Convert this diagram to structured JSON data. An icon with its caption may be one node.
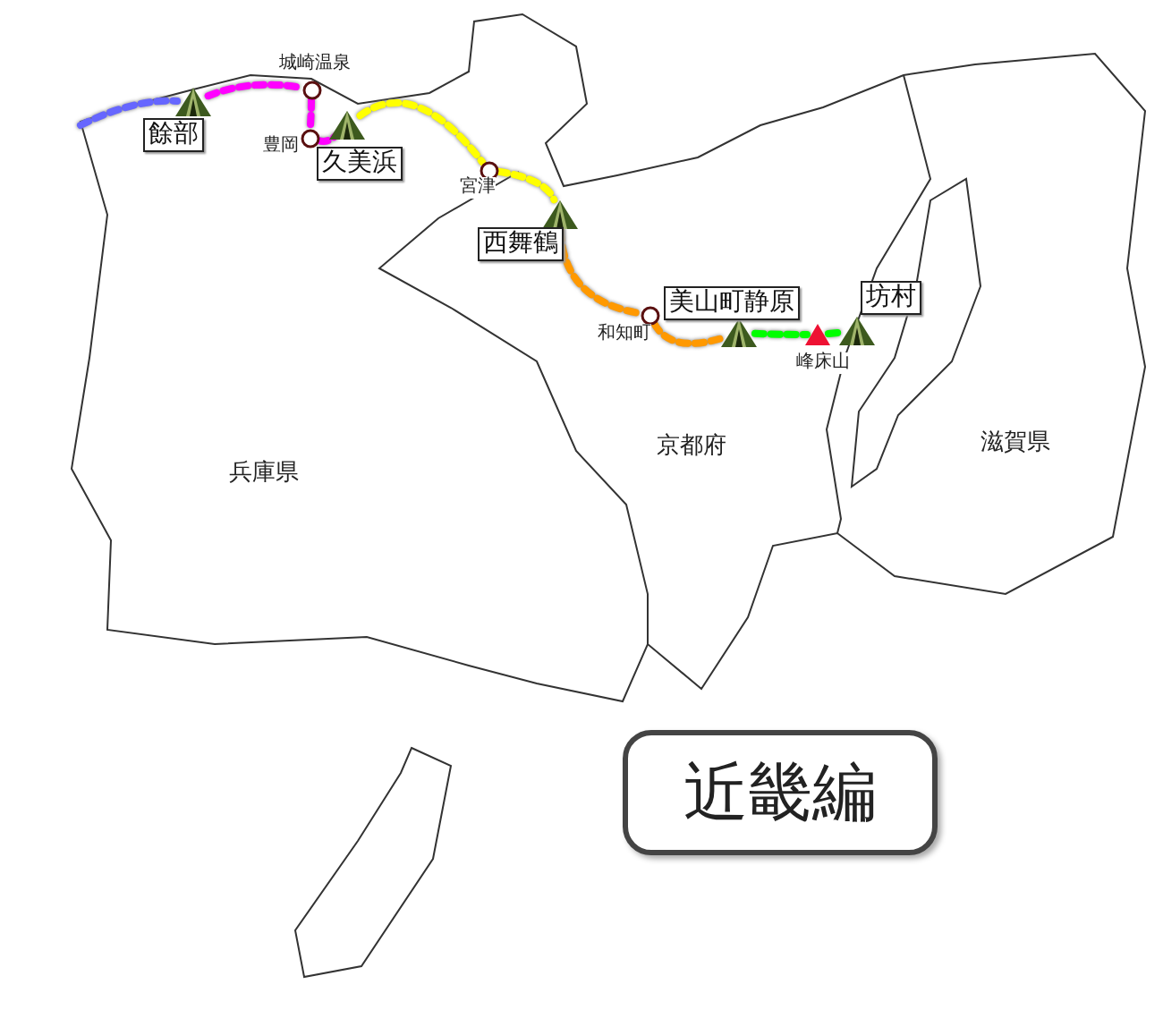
{
  "diagram": {
    "title": "近畿編",
    "nodes": [
      {
        "text": [],
        "shape": "picture",
        "beside": [
          "餘部"
        ]
      },
      {
        "text": [],
        "shape": "circle",
        "beside": [
          "城崎温泉"
        ]
      },
      {
        "text": [],
        "shape": "circle",
        "beside": [
          "豊岡"
        ]
      },
      {
        "text": [],
        "shape": "picture",
        "beside": [
          "久美浜"
        ]
      },
      {
        "text": [],
        "shape": "circle",
        "beside": [
          "宮津"
        ]
      },
      {
        "text": [],
        "shape": "picture",
        "beside": [
          "西舞鶴"
        ]
      },
      {
        "text": [],
        "shape": "circle",
        "beside": [
          "和知町"
        ]
      },
      {
        "text": [],
        "shape": "picture",
        "beside": [
          "美山町静原"
        ]
      },
      {
        "text": [],
        "shape": "triangle",
        "beside": [
          "峰床山"
        ]
      },
      {
        "text": [],
        "shape": "picture",
        "beside": [
          "坊村"
        ]
      }
    ],
    "edges": [
      {
        "from": null,
        "to": 0,
        "arrow": "none",
        "style": "dashed",
        "color": "#6666ff"
      },
      {
        "from": 0,
        "to": 1,
        "arrow": "none",
        "style": "dashed",
        "color": "#ff00ff"
      },
      {
        "from": 1,
        "to": 2,
        "arrow": "none",
        "style": "dashed",
        "color": "#ff00ff"
      },
      {
        "from": 2,
        "to": 3,
        "arrow": "none",
        "style": "dashed",
        "color": "#ff00ff"
      },
      {
        "from": 3,
        "to": 4,
        "arrow": "none",
        "style": "dashed",
        "color": "#ffff00"
      },
      {
        "from": 4,
        "to": 5,
        "arrow": "none",
        "style": "dashed",
        "color": "#ffff00"
      },
      {
        "from": 5,
        "to": 6,
        "arrow": "none",
        "style": "dashed",
        "color": "#ff9900"
      },
      {
        "from": 6,
        "to": 7,
        "arrow": "none",
        "style": "dashed",
        "color": "#ff9900"
      },
      {
        "from": 7,
        "to": 8,
        "arrow": "none",
        "style": "dashed",
        "color": "#00ff00"
      },
      {
        "from": 8,
        "to": 9,
        "arrow": "none",
        "style": "dashed",
        "color": "#00ff00"
      }
    ],
    "labels": [
      "兵庫県",
      "京都府",
      "滋賀県"
    ]
  }
}
